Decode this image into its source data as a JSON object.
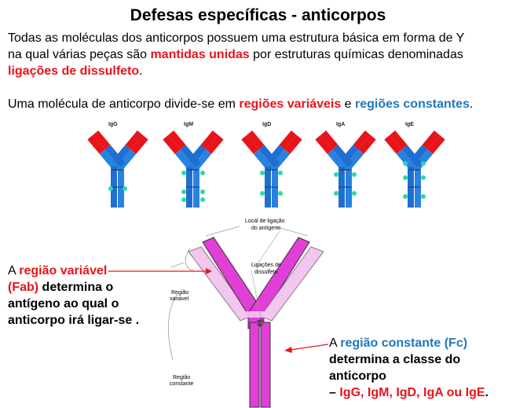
{
  "title": "Defesas específicas - anticorpos",
  "intro": {
    "line1": "Todas as moléculas dos anticorpos possuem uma estrutura básica em forma de Y",
    "line2_a": "na qual várias peças são ",
    "line2_b": "mantidas unidas",
    "line2_c": " por estruturas químicas denominadas",
    "line3": "ligações de dissulfeto",
    "line3_end": "."
  },
  "division": {
    "a": "Uma molécula de anticorpo divide-se em ",
    "b": "regiões variáveis",
    "c": " e ",
    "d": "regiões constantes",
    "e": "."
  },
  "antibodies": [
    "IgG",
    "IgM",
    "IgD",
    "IgA",
    "IgE"
  ],
  "diagram": {
    "label_binding_1": "Local de ligação",
    "label_binding_2": "do antígeno",
    "label_disulfide_1": "Ligações de",
    "label_disulfide_2": "dissulfeto",
    "label_variable_1": "Região",
    "label_variable_2": "variável",
    "label_constant_1": "Região",
    "label_constant_2": "constante"
  },
  "left_note": {
    "a": "A ",
    "b": "região variável",
    "c": "(Fab)",
    "d": " determina o",
    "e": "antígeno ao qual o",
    "f": "anticorpo irá ligar-se ."
  },
  "right_note": {
    "a": "A ",
    "b": "região constante  (Fc)",
    "c": "determina a classe do",
    "d": "anticorpo",
    "e": "– ",
    "f": "IgG, IgM, IgD, IgA ou IgE",
    "g": "."
  },
  "colors": {
    "red": "#e8141a",
    "blue": "#1f78bf",
    "heavy_chain": "#1e6fd0",
    "light_chain": "#2a82e0",
    "variable_tip": "#e8141a",
    "sugar": "#2fd6b0",
    "fab_fill": "#f3c6f0",
    "fc_fill": "#e03fd8"
  }
}
